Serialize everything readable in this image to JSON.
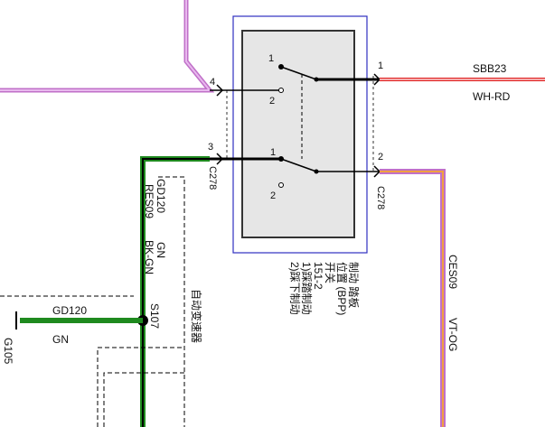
{
  "wires": {
    "top_right_code": "SBB23",
    "top_right_color": "WH-RD",
    "right_code": "CES09",
    "right_color": "VT-OG",
    "left_vert_code": "GD120",
    "left_vert_color": "GN",
    "left_vert_code2": "RES09",
    "left_vert_color2": "BK-GN",
    "bottom_code": "GD120",
    "bottom_color": "GN"
  },
  "connectors": {
    "c278_left": "C278",
    "c278_right": "C278",
    "s107": "S107",
    "g105": "G105"
  },
  "pins": {
    "p4": "4",
    "p3": "3",
    "p1_top": "1",
    "p2_right": "2",
    "sw_top_1": "1",
    "sw_top_2": "2",
    "sw_bot_1": "1",
    "sw_bot_2": "2"
  },
  "component": {
    "name_line1": "制动 踏板",
    "name_line2": "位置 (BPP)",
    "name_line3": "开关",
    "name_line4": "151-2",
    "name_line5": "1)踩踏制动",
    "name_line6": "2)踩下制动"
  },
  "module": {
    "name": "自动变速器"
  },
  "colors": {
    "pink_wire": "#d890e0",
    "green_wire": "#1f8a1f",
    "black_wire": "#000000",
    "red_wire": "#e02020",
    "orange_wire": "#f0a040",
    "box_border": "#3030c0",
    "switch_fill": "#e6e6e6"
  }
}
